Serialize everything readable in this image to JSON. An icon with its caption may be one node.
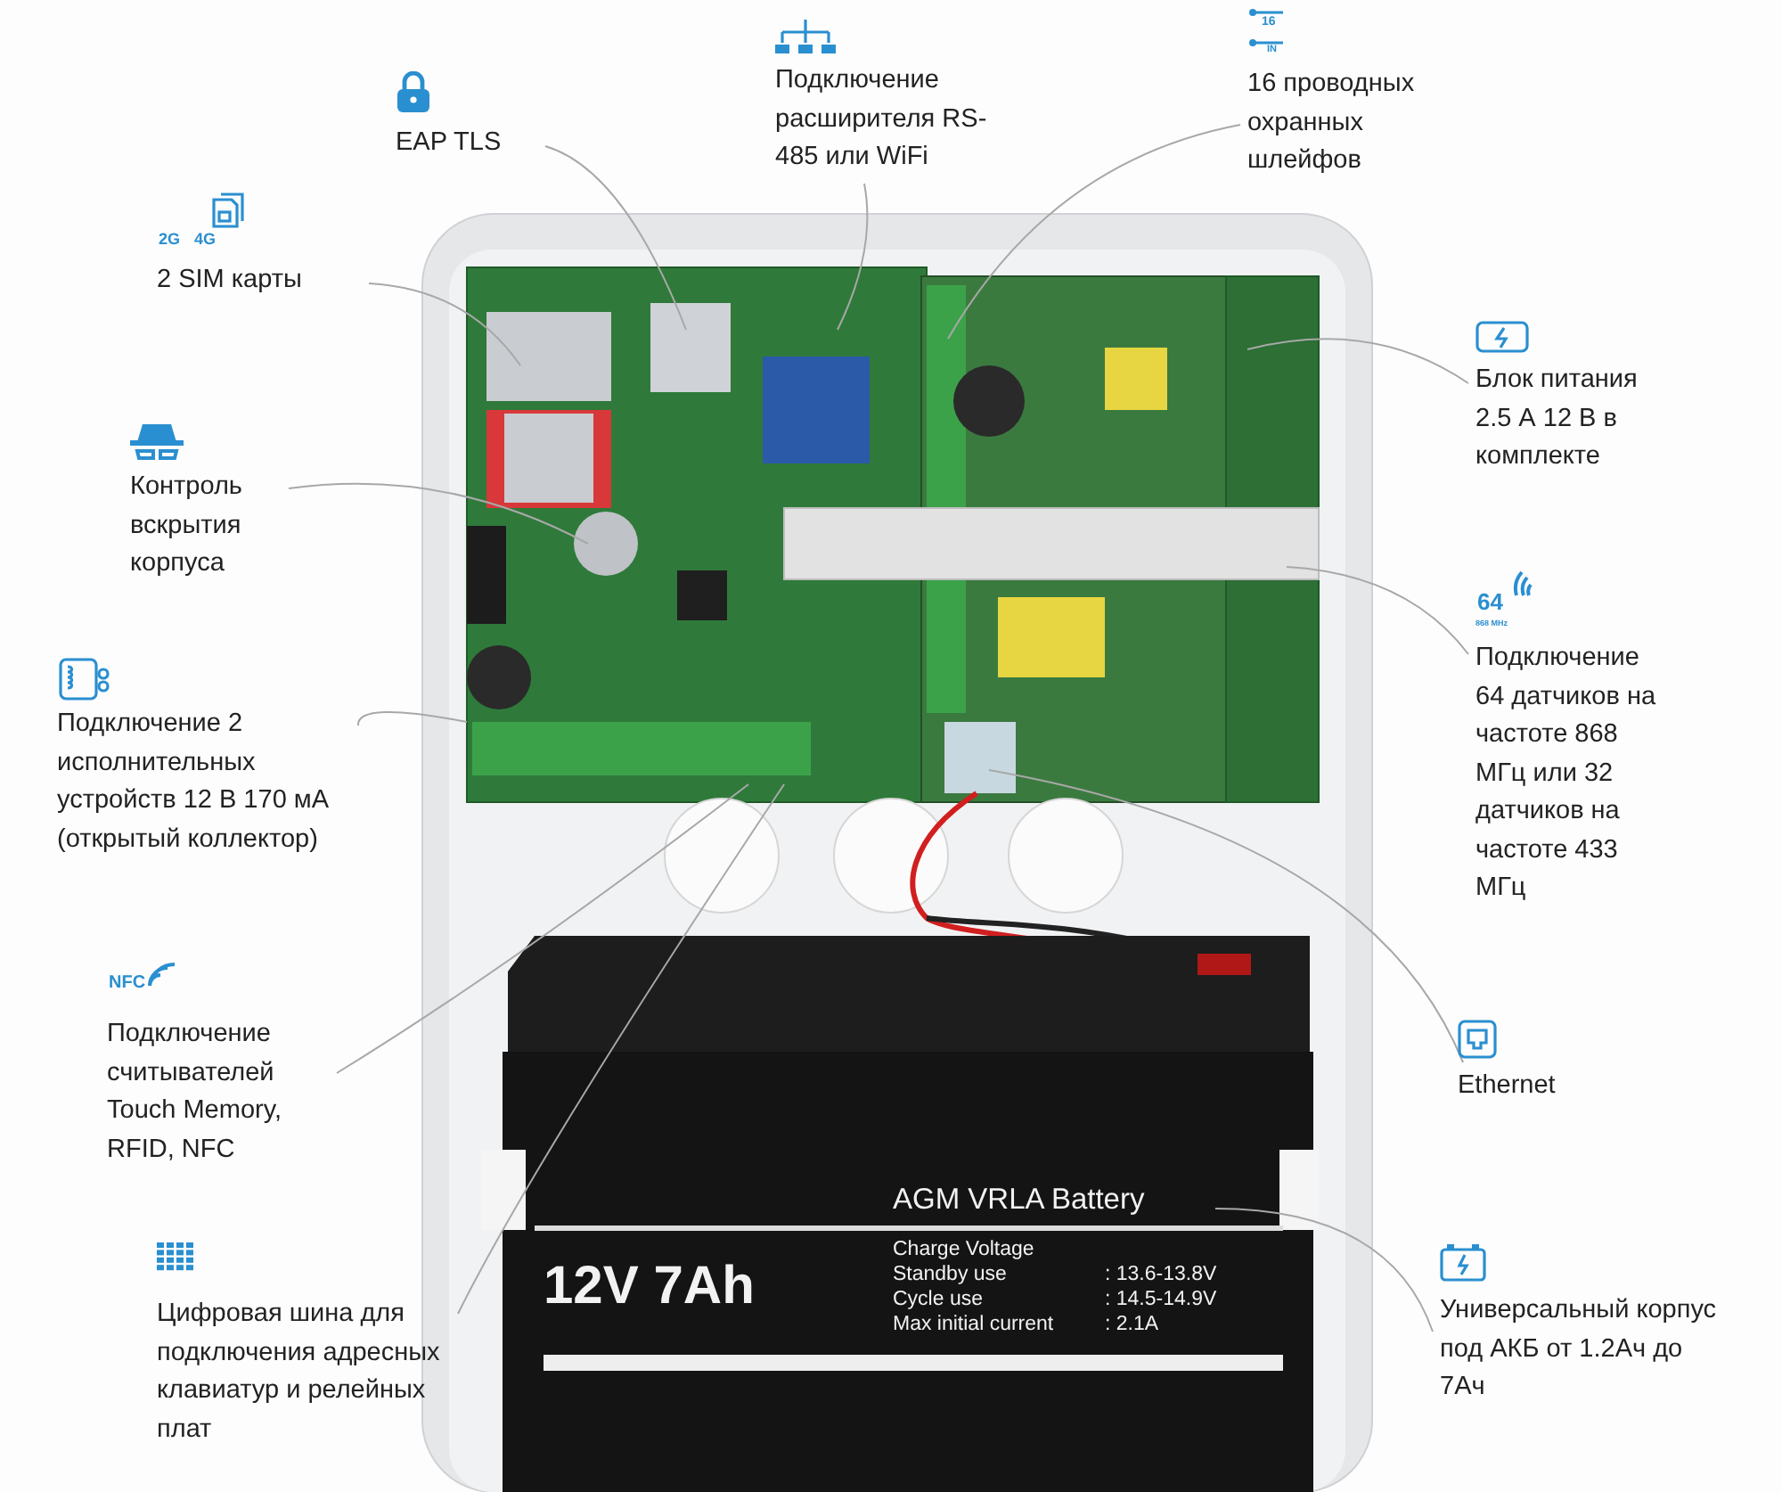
{
  "diagram": {
    "nodes": [
      {
        "text": [
          "EAP TLS"
        ]
      },
      {
        "text": [
          "Подключение расширителя RS-485 или WiFi"
        ]
      },
      {
        "text": [
          "16 проводных охранных шлейфов"
        ]
      },
      {
        "text": [
          "2 SIM карты"
        ]
      },
      {
        "text": [
          "Контроль вскрытия корпуса"
        ]
      },
      {
        "text": [
          "Подключение 2 исполнительных устройств 12 В 170 мА (открытый коллектор)"
        ]
      },
      {
        "text": [
          "Подключение считывателей Touch Memory, RFID, NFC"
        ]
      },
      {
        "text": [
          "Цифровая шина для подключения адресных клавиатур и релейных плат"
        ]
      },
      {
        "text": [
          "Блок питания 2.5 А 12 В в комплекте"
        ]
      },
      {
        "text": [
          "Подключение 64 датчиков на частоте 868 МГц или 32 датчиков на частоте 433 МГц"
        ]
      },
      {
        "text": [
          "Ethernet"
        ]
      },
      {
        "text": [
          "Универсальный корпус под АКБ от 1.2Ач до 7Ач"
        ]
      }
    ],
    "edges": [
      {
        "from": 0,
        "to": null,
        "arrow": "none"
      },
      {
        "from": 1,
        "to": null,
        "arrow": "none"
      },
      {
        "from": 2,
        "to": null,
        "arrow": "none"
      },
      {
        "from": 3,
        "to": null,
        "arrow": "none"
      },
      {
        "from": 4,
        "to": null,
        "arrow": "none"
      },
      {
        "from": 5,
        "to": null,
        "arrow": "none"
      },
      {
        "from": 6,
        "to": null,
        "arrow": "none"
      },
      {
        "from": 7,
        "to": null,
        "arrow": "none"
      },
      {
        "from": 8,
        "to": null,
        "arrow": "none"
      },
      {
        "from": 9,
        "to": null,
        "arrow": "none"
      },
      {
        "from": 10,
        "to": null,
        "arrow": "none"
      },
      {
        "from": 11,
        "to": null,
        "arrow": "none"
      }
    ],
    "labels": [
      "2G",
      "4G",
      "16",
      "IN",
      "64",
      "868 MHz",
      "NFC",
      "AGM VRLA Battery",
      "12V 7Ah",
      "Charge Voltage",
      "Standby use",
      ": 13.6-13.8V",
      "Cycle use",
      ": 14.5-14.9V",
      "Max initial current",
      ": 2.1A"
    ]
  }
}
